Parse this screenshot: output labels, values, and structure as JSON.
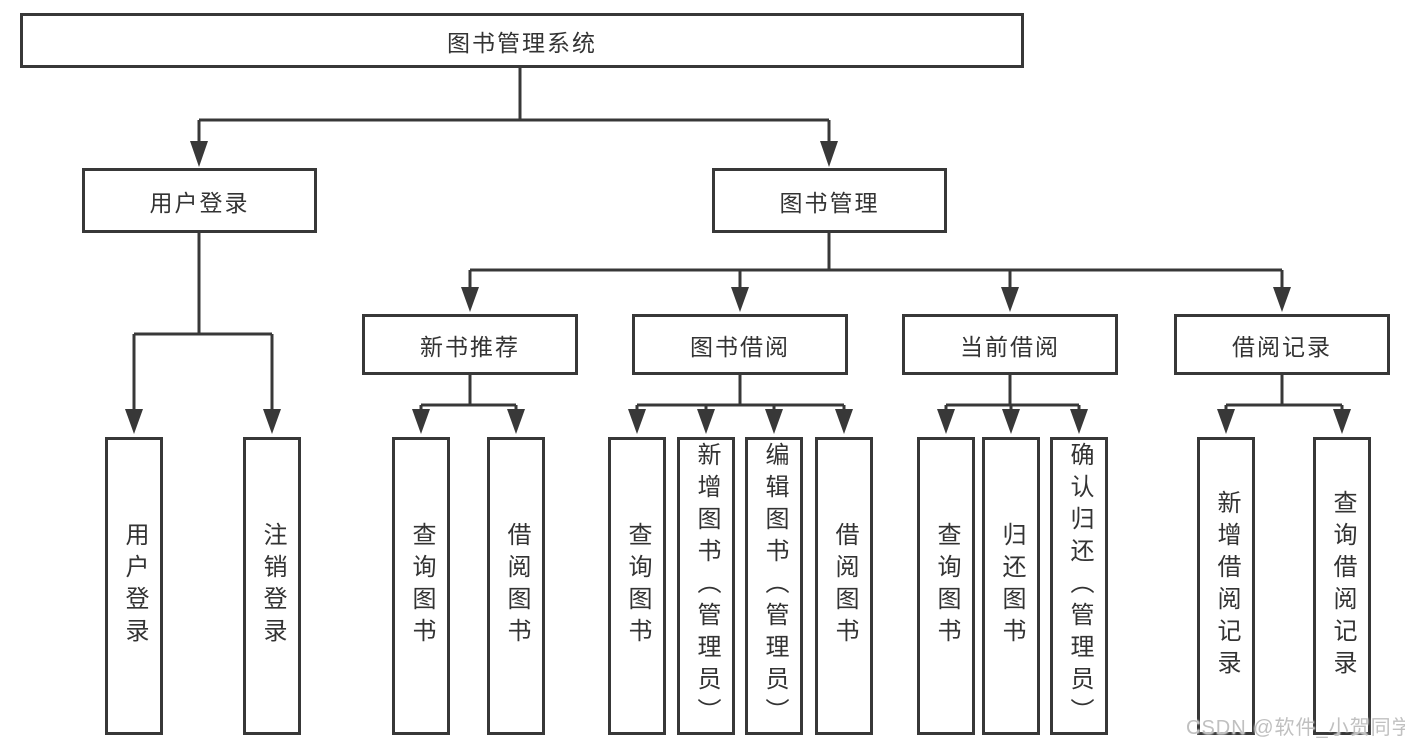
{
  "diagram": {
    "title": "图书管理系统",
    "nodes": {
      "root": "图书管理系统",
      "user_login": "用户登录",
      "book_mgmt": "图书管理",
      "new_book_rec": "新书推荐",
      "book_borrow": "图书借阅",
      "current_borrow": "当前借阅",
      "borrow_records": "借阅记录",
      "leaf_user_login": "用户登录",
      "leaf_logout": "注销登录",
      "leaf_query_books_rec": "查询图书",
      "leaf_borrow_books_rec": "借阅图书",
      "leaf_query_books_borrow": "查询图书",
      "leaf_add_books": "新增图书（管理员）",
      "leaf_edit_books": "编辑图书（管理员）",
      "leaf_borrow_books_borrow": "借阅图书",
      "leaf_query_books_current": "查询图书",
      "leaf_return_books": "归还图书",
      "leaf_confirm_return": "确认归还（管理员）",
      "leaf_add_borrow_record": "新增借阅记录",
      "leaf_query_borrow_record": "查询借阅记录"
    },
    "hierarchy": {
      "图书管理系统": {
        "用户登录": [
          "用户登录",
          "注销登录"
        ],
        "图书管理": {
          "新书推荐": [
            "查询图书",
            "借阅图书"
          ],
          "图书借阅": [
            "查询图书",
            "新增图书（管理员）",
            "编辑图书（管理员）",
            "借阅图书"
          ],
          "当前借阅": [
            "查询图书",
            "归还图书",
            "确认归还（管理员）"
          ],
          "借阅记录": [
            "新增借阅记录",
            "查询借阅记录"
          ]
        }
      }
    },
    "colors": {
      "line": "#383838",
      "box_border": "#383838",
      "text": "#333333",
      "background": "#ffffff",
      "watermark": "#c0c0c0"
    }
  },
  "watermark": "CSDN @软件_小贺同学"
}
